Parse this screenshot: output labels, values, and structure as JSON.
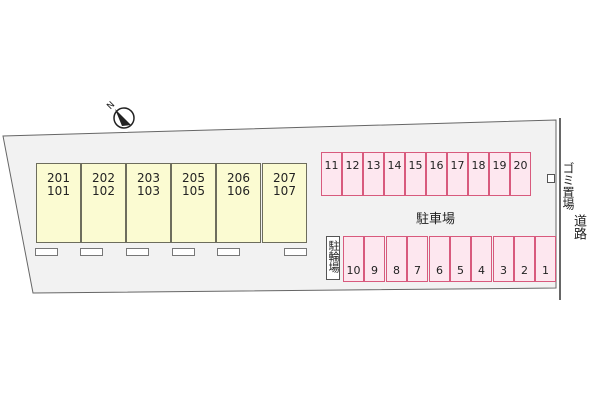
{
  "compass": {
    "label": "N"
  },
  "units": [
    {
      "upper": "201",
      "lower": "101"
    },
    {
      "upper": "202",
      "lower": "102"
    },
    {
      "upper": "203",
      "lower": "103"
    },
    {
      "upper": "205",
      "lower": "105"
    },
    {
      "upper": "206",
      "lower": "106"
    },
    {
      "upper": "207",
      "lower": "107"
    }
  ],
  "parking": {
    "label": "駐車場",
    "top_row": [
      "11",
      "12",
      "13",
      "14",
      "15",
      "16",
      "17",
      "18",
      "19",
      "20"
    ],
    "bottom_row": [
      "10",
      "9",
      "8",
      "7",
      "6",
      "5",
      "4",
      "3",
      "2",
      "1"
    ]
  },
  "bicycle_parking": {
    "label": "駐輪場"
  },
  "garbage_area": {
    "label": "ゴミ置場"
  },
  "road": {
    "label": "道路"
  },
  "colors": {
    "building": "#fbfbd2",
    "parking_fill": "#fde7ef",
    "parking_border": "#d85a7d",
    "site_fill": "#f2f2f2"
  }
}
